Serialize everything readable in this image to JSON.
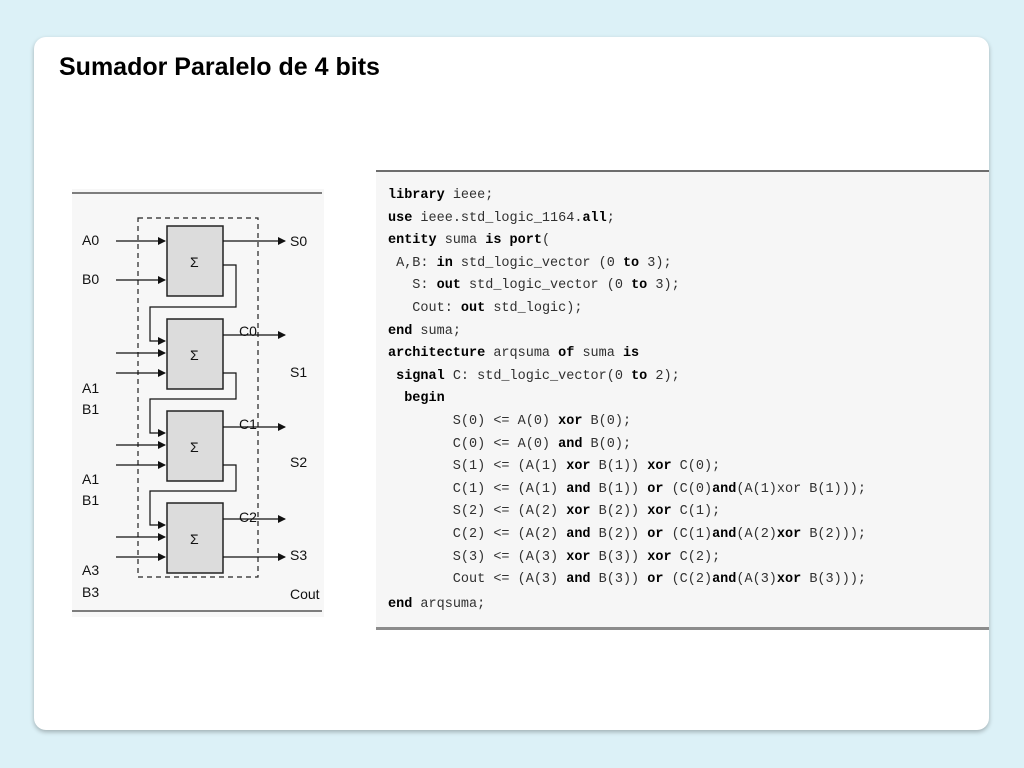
{
  "slide": {
    "title": "Sumador Paralelo de 4 bits"
  },
  "diagram": {
    "block_symbol": "Σ",
    "labels": {
      "a0": "A0",
      "b0": "B0",
      "s0": "S0",
      "c0": "C0",
      "a1": "A1",
      "b1": "B1",
      "s1": "S1",
      "c1": "C1",
      "a2": "A1",
      "b2": "B1",
      "s2": "S2",
      "c2": "C2",
      "a3": "A3",
      "b3": "B3",
      "s3": "S3",
      "cout": "Cout"
    }
  },
  "code": {
    "lines": [
      [
        {
          "t": "library",
          "k": true
        },
        {
          "t": " ieee;"
        }
      ],
      [
        {
          "t": "use",
          "k": true
        },
        {
          "t": " ieee.std_logic_1164."
        },
        {
          "t": "all",
          "k": true
        },
        {
          "t": ";"
        }
      ],
      [
        {
          "t": "entity",
          "k": true
        },
        {
          "t": " suma "
        },
        {
          "t": "is",
          "k": true
        },
        {
          "t": " "
        },
        {
          "t": "port",
          "k": true
        },
        {
          "t": "("
        }
      ],
      [
        {
          "t": " A,B: "
        },
        {
          "t": "in",
          "k": true
        },
        {
          "t": " std_logic_vector (0 "
        },
        {
          "t": "to",
          "k": true
        },
        {
          "t": " 3);"
        }
      ],
      [
        {
          "t": "   S: "
        },
        {
          "t": "out",
          "k": true
        },
        {
          "t": " std_logic_vector (0 "
        },
        {
          "t": "to",
          "k": true
        },
        {
          "t": " 3);"
        }
      ],
      [
        {
          "t": "   Cout: "
        },
        {
          "t": "out",
          "k": true
        },
        {
          "t": " std_logic);"
        }
      ],
      [
        {
          "t": "end",
          "k": true
        },
        {
          "t": " suma;"
        }
      ],
      [
        {
          "t": "architecture",
          "k": true
        },
        {
          "t": " arqsuma "
        },
        {
          "t": "of",
          "k": true
        },
        {
          "t": " suma "
        },
        {
          "t": "is",
          "k": true
        }
      ],
      [
        {
          "t": " "
        },
        {
          "t": "signal",
          "k": true
        },
        {
          "t": " C: std_logic_vector(0 "
        },
        {
          "t": "to",
          "k": true
        },
        {
          "t": " 2);"
        }
      ],
      [
        {
          "t": "  "
        },
        {
          "t": "begin",
          "k": true
        }
      ],
      [
        {
          "t": "        S(0) <= A(0) "
        },
        {
          "t": "xor",
          "k": true
        },
        {
          "t": " B(0);"
        }
      ],
      [
        {
          "t": "        C(0) <= A(0) "
        },
        {
          "t": "and",
          "k": true
        },
        {
          "t": " B(0);"
        }
      ],
      [
        {
          "t": "        S(1) <= (A(1) "
        },
        {
          "t": "xor",
          "k": true
        },
        {
          "t": " B(1)) "
        },
        {
          "t": "xor",
          "k": true
        },
        {
          "t": " C(0);"
        }
      ],
      [
        {
          "t": "        C(1) <= (A(1) "
        },
        {
          "t": "and",
          "k": true
        },
        {
          "t": " B(1)) "
        },
        {
          "t": "or",
          "k": true
        },
        {
          "t": " (C(0)"
        },
        {
          "t": "and",
          "k": true
        },
        {
          "t": "(A(1)xor B(1)));"
        }
      ],
      [
        {
          "t": "        S(2) <= (A(2) "
        },
        {
          "t": "xor",
          "k": true
        },
        {
          "t": " B(2)) "
        },
        {
          "t": "xor",
          "k": true
        },
        {
          "t": " C(1);"
        }
      ],
      [
        {
          "t": "        C(2) <= (A(2) "
        },
        {
          "t": "and",
          "k": true
        },
        {
          "t": " B(2)) "
        },
        {
          "t": "or",
          "k": true
        },
        {
          "t": " (C(1)"
        },
        {
          "t": "and",
          "k": true
        },
        {
          "t": "(A(2)"
        },
        {
          "t": "xor",
          "k": true
        },
        {
          "t": " B(2)));"
        }
      ],
      [
        {
          "t": "        S(3) <= (A(3) "
        },
        {
          "t": "xor",
          "k": true
        },
        {
          "t": " B(3)) "
        },
        {
          "t": "xor",
          "k": true
        },
        {
          "t": " C(2);"
        }
      ],
      [
        {
          "t": "        Cout <= (A(3) "
        },
        {
          "t": "and",
          "k": true
        },
        {
          "t": " B(3)) "
        },
        {
          "t": "or",
          "k": true
        },
        {
          "t": " (C(2)"
        },
        {
          "t": "and",
          "k": true
        },
        {
          "t": "(A(3)"
        },
        {
          "t": "xor",
          "k": true
        },
        {
          "t": " B(3)));"
        }
      ],
      [
        {
          "t": "end",
          "k": true
        },
        {
          "t": " arqsuma;"
        }
      ]
    ]
  }
}
